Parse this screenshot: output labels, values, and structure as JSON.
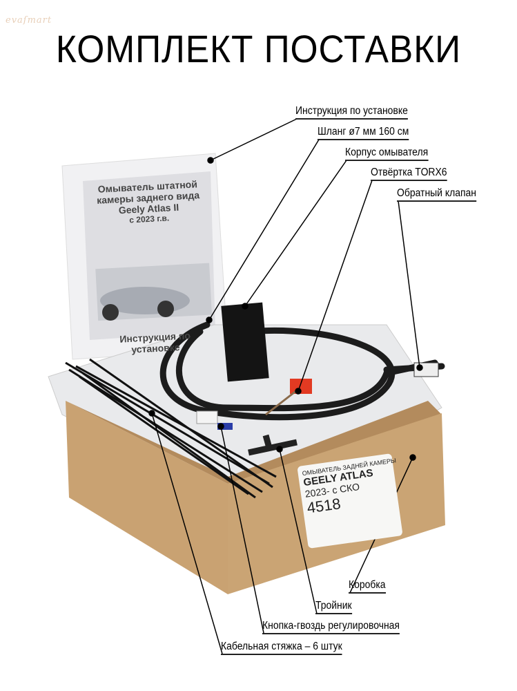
{
  "brand_logo": "evasmart",
  "title": "КОМПЛЕКТ ПОСТАВКИ",
  "manual": {
    "lines": [
      "Омыватель штатной",
      "камеры заднего вида",
      "Geely Atlas II",
      "с 2023 г.в."
    ],
    "subtitle": "Инструкция по установке"
  },
  "box_label": {
    "line1": "ОМЫВАТЕЛЬ ЗАДНЕЙ КАМЕРЫ",
    "line2": "GEELY ATLAS",
    "line3": "2023-    с СКО",
    "code": "4518"
  },
  "callouts": [
    "Инструкция по установке",
    "Шланг ø7 мм 160 см",
    "Корпус омывателя",
    "Отвёртка TORX6",
    "Обратный клапан",
    "Коробка",
    "Тройник",
    "Кнопка-гвоздь регулировочная",
    "Кабельная стяжка – 6 штук"
  ]
}
